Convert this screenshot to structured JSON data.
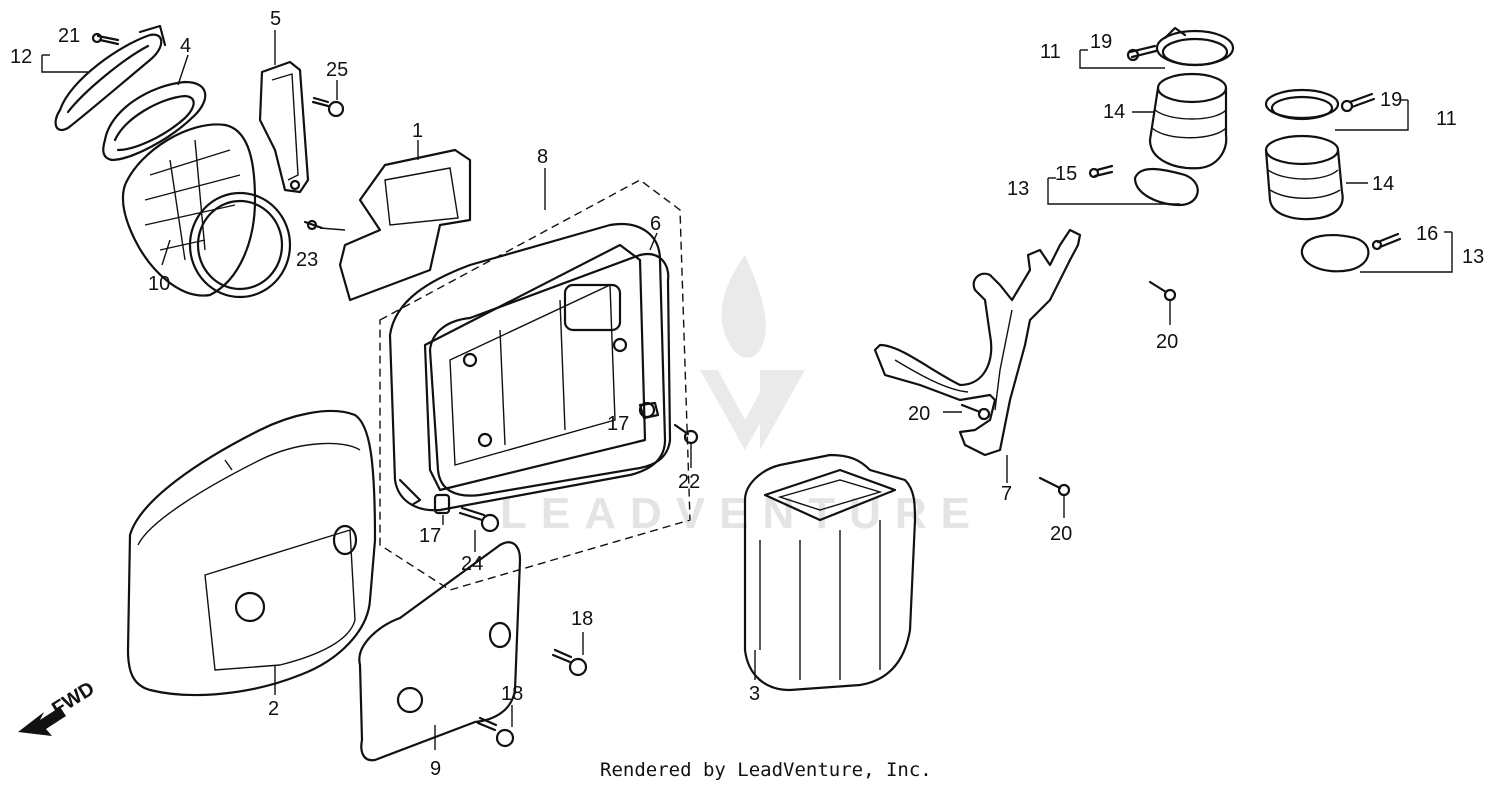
{
  "watermark": "LEADVENTURE",
  "footer": "Rendered by LeadVenture, Inc.",
  "direction_label": "FWD",
  "callouts": [
    {
      "id": "c1",
      "text": "1"
    },
    {
      "id": "c2",
      "text": "2"
    },
    {
      "id": "c3",
      "text": "3"
    },
    {
      "id": "c4",
      "text": "4"
    },
    {
      "id": "c5",
      "text": "5"
    },
    {
      "id": "c6",
      "text": "6"
    },
    {
      "id": "c7",
      "text": "7"
    },
    {
      "id": "c8",
      "text": "8"
    },
    {
      "id": "c9",
      "text": "9"
    },
    {
      "id": "c10",
      "text": "10"
    },
    {
      "id": "c11a",
      "text": "11"
    },
    {
      "id": "c11b",
      "text": "11"
    },
    {
      "id": "c12",
      "text": "12"
    },
    {
      "id": "c13a",
      "text": "13"
    },
    {
      "id": "c13b",
      "text": "13"
    },
    {
      "id": "c14a",
      "text": "14"
    },
    {
      "id": "c14b",
      "text": "14"
    },
    {
      "id": "c15",
      "text": "15"
    },
    {
      "id": "c16",
      "text": "16"
    },
    {
      "id": "c17a",
      "text": "17"
    },
    {
      "id": "c17b",
      "text": "17"
    },
    {
      "id": "c18a",
      "text": "18"
    },
    {
      "id": "c18b",
      "text": "18"
    },
    {
      "id": "c19a",
      "text": "19"
    },
    {
      "id": "c19b",
      "text": "19"
    },
    {
      "id": "c20a",
      "text": "20"
    },
    {
      "id": "c20b",
      "text": "20"
    },
    {
      "id": "c20c",
      "text": "20"
    },
    {
      "id": "c21",
      "text": "21"
    },
    {
      "id": "c22",
      "text": "22"
    },
    {
      "id": "c23",
      "text": "23"
    },
    {
      "id": "c24",
      "text": "24"
    },
    {
      "id": "c25",
      "text": "25"
    }
  ]
}
